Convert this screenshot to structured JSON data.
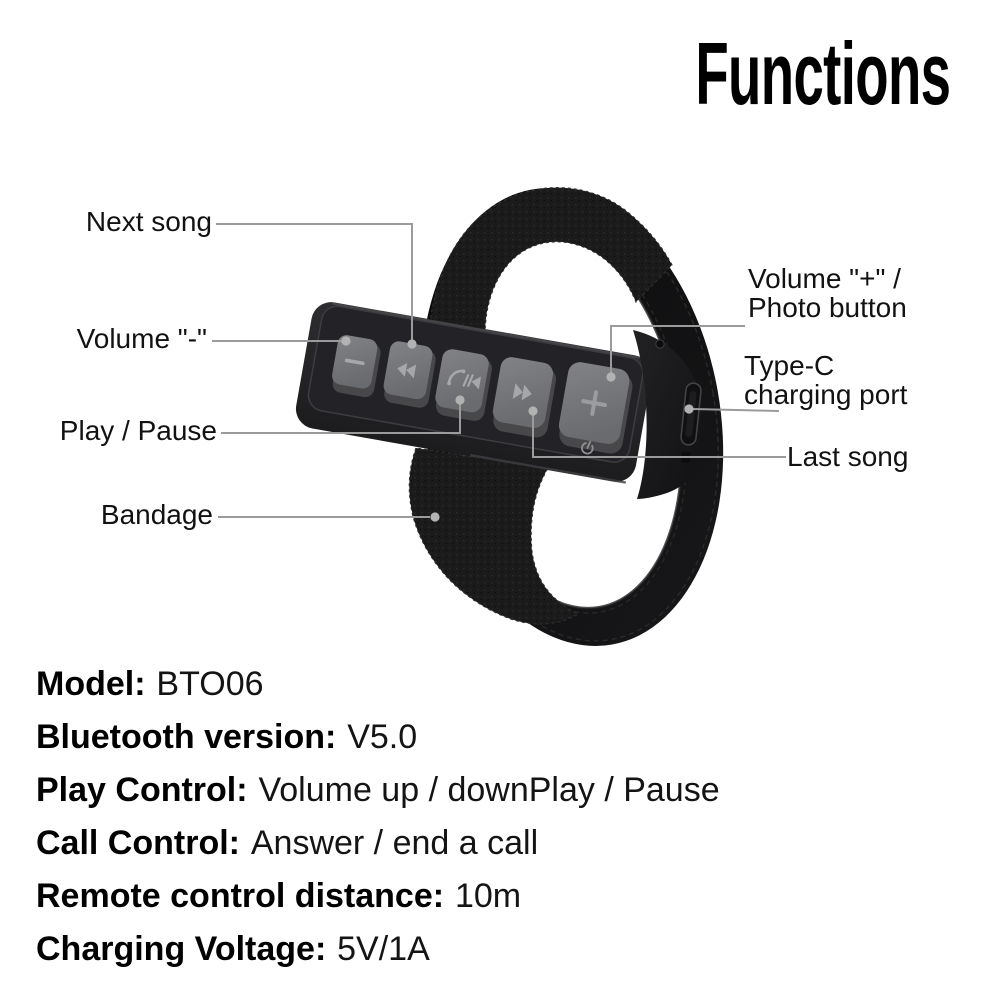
{
  "title": "Functions",
  "callouts": {
    "next_song": {
      "lines": [
        "Next song"
      ]
    },
    "volume_minus": {
      "lines": [
        "Volume \"-\""
      ]
    },
    "play_pause": {
      "lines": [
        "Play / Pause"
      ]
    },
    "bandage": {
      "lines": [
        "Bandage"
      ]
    },
    "volume_plus_photo": {
      "lines": [
        "Volume \"+\" /",
        "Photo button"
      ]
    },
    "type_c": {
      "lines": [
        "Type-C",
        "charging port"
      ]
    },
    "last_song": {
      "lines": [
        "Last song"
      ]
    }
  },
  "device": {
    "name": "bluetooth-armband-remote",
    "buttons": [
      {
        "name": "volume-minus-button",
        "icon": "minus-icon"
      },
      {
        "name": "previous-track-button",
        "icon": "rewind-icon"
      },
      {
        "name": "play-pause-call-button",
        "icon": "phone-play-icon"
      },
      {
        "name": "next-track-button",
        "icon": "fast-forward-icon"
      },
      {
        "name": "volume-plus-button",
        "icon": "plus-icon"
      }
    ],
    "other_icons": [
      "power-icon",
      "type-c-port",
      "screw"
    ],
    "colors": {
      "body": "#232326",
      "button_face": "#77787b",
      "button_icon": "#a6a7a9",
      "strap": "#1a1a1a",
      "callout_line": "#9b9b9b",
      "callout_dot": "#b2b2b2"
    }
  },
  "specs": [
    {
      "label": "Model:",
      "value": "BTO06"
    },
    {
      "label": "Bluetooth version:",
      "value": "V5.0"
    },
    {
      "label": "Play Control:",
      "value": "Volume up / downPlay / Pause"
    },
    {
      "label": "Call Control:",
      "value": "Answer / end a call"
    },
    {
      "label": "Remote control distance:",
      "value": "10m"
    },
    {
      "label": "Charging Voltage:",
      "value": "5V/1A"
    }
  ]
}
